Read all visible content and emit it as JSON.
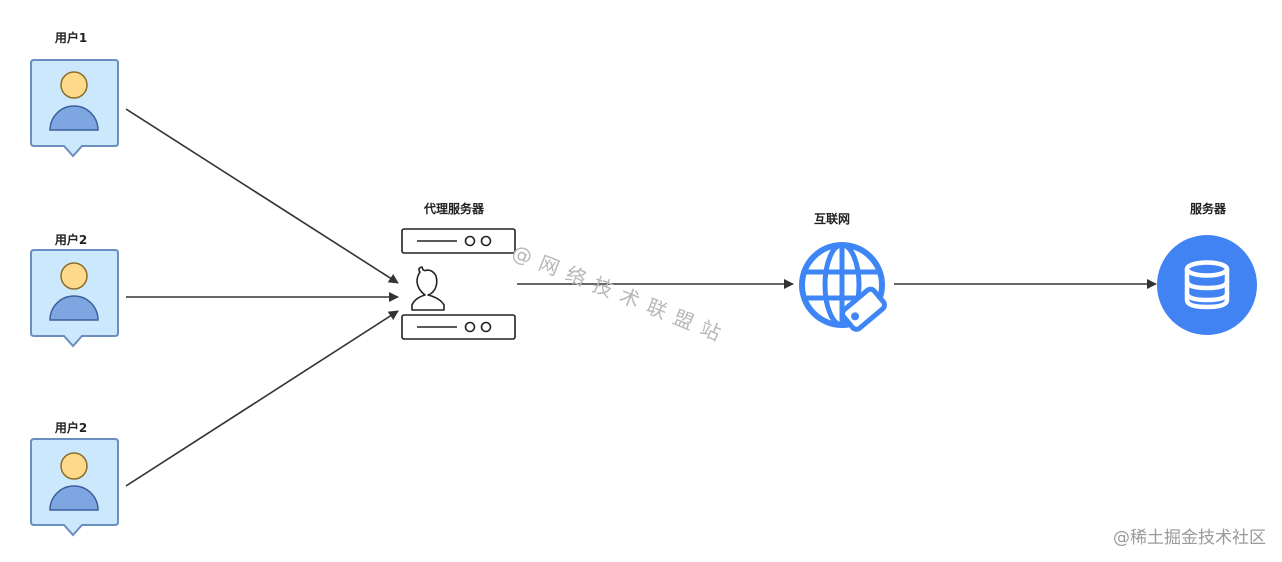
{
  "nodes": {
    "user_a": "用户1",
    "user_b": "用户2",
    "user_c": "用户2",
    "proxy": "代理服务器",
    "internet": "互联网",
    "server": "服务器"
  },
  "watermark": "@网络技术联盟站",
  "footer_watermark": "@稀土掘金技术社区",
  "icons": {
    "users": "user-card-icon",
    "proxy": "proxy-server-icon",
    "internet": "globe-icon",
    "server": "database-icon"
  },
  "colors": {
    "user_card_fill": "#cce8fc",
    "user_card_stroke": "#6c8ebf",
    "user_head": "#ffd98a",
    "user_body": "#7ea6e0",
    "globe": "#3e86f6",
    "server_circle": "#4283f3",
    "arrow": "#333333"
  }
}
